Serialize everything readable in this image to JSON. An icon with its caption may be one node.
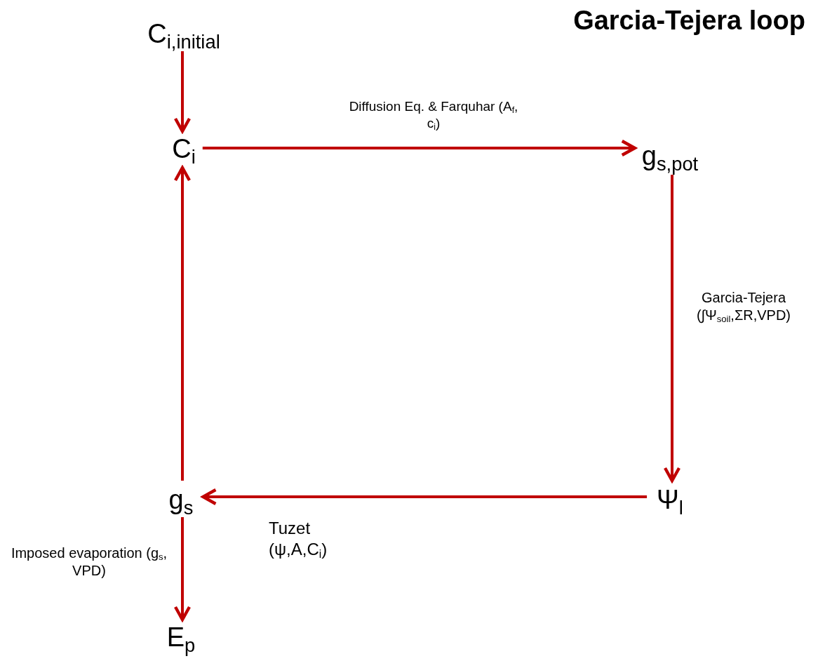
{
  "diagram": {
    "title": "Garcia-Tejera loop",
    "nodes": [
      {
        "text": [
          "C$_{i,initial}$"
        ]
      },
      {
        "text": [
          "C$_{i}$"
        ]
      },
      {
        "text": [
          "g$_{s,pot}$"
        ]
      },
      {
        "text": [
          "Ψ$_{l}$"
        ]
      },
      {
        "text": [
          "g$_{s}$"
        ]
      },
      {
        "text": [
          "E$_{p}$"
        ]
      }
    ],
    "edges": [
      {
        "from": 0,
        "to": 1,
        "arrow": "to"
      },
      {
        "from": 1,
        "to": 2,
        "arrow": "to",
        "label": "Diffusion Eq. & Farquhar (A$_{f}$, c$_{i}$)"
      },
      {
        "from": 2,
        "to": 3,
        "arrow": "to",
        "label": "Garcia-Tejera (∫Ψ$_{soil}$,ΣR,VPD)"
      },
      {
        "from": 3,
        "to": 4,
        "arrow": "to",
        "label": "Tuzet (ψ,A,C$_{i}$)"
      },
      {
        "from": 4,
        "to": 1,
        "arrow": "to"
      },
      {
        "from": 4,
        "to": 5,
        "arrow": "to",
        "label": "Imposed evaporation (g$_{s}$, VPD)"
      }
    ]
  }
}
